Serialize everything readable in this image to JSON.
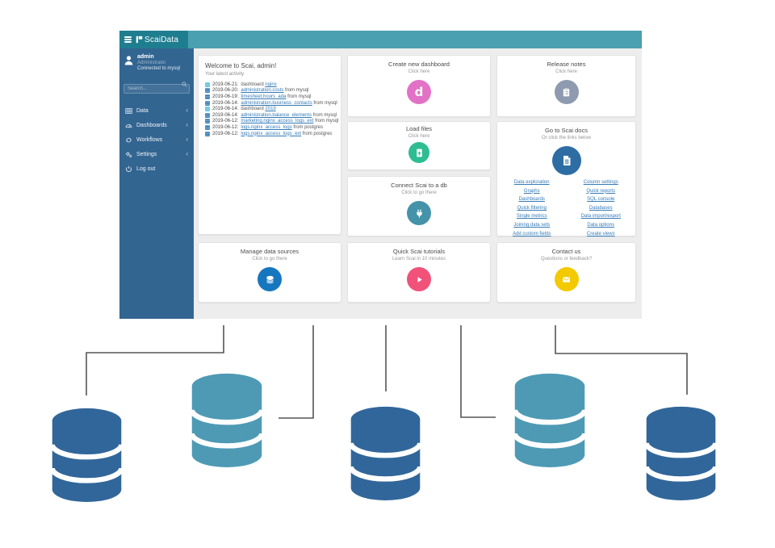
{
  "app": {
    "logo": {
      "text": "ScaiData"
    },
    "sidebar": {
      "user": {
        "name": "admin",
        "role": "Administrator",
        "connection": "Connected to mysql"
      },
      "search_placeholder": "Search...",
      "collapse_glyph": "‹",
      "items": [
        {
          "label": "Data",
          "icon": "table-icon"
        },
        {
          "label": "Dashboards",
          "icon": "dashboard-icon"
        },
        {
          "label": "Workflows",
          "icon": "workflow-icon"
        },
        {
          "label": "Settings",
          "icon": "gears-icon"
        },
        {
          "label": "Log out",
          "icon": "power-icon"
        }
      ]
    },
    "cards": {
      "welcome": {
        "title": "Welcome to Scai, admin!",
        "subtitle": "Your latest activity",
        "activity": [
          {
            "icon": "dashboard-icon",
            "date": "2019-06-21:",
            "prefix": "dashboard ",
            "link": "nginx",
            "suffix": ""
          },
          {
            "icon": "table-icon",
            "date": "2019-06-20:",
            "prefix": "",
            "link": "administration.costs",
            "suffix": " from mysql"
          },
          {
            "icon": "table-icon",
            "date": "2019-06-19:",
            "prefix": "",
            "link": "timesheet.hours_ada",
            "suffix": " from mysql"
          },
          {
            "icon": "table-icon",
            "date": "2019-06-14:",
            "prefix": "",
            "link": "administration.business_contacts",
            "suffix": " from mysql"
          },
          {
            "icon": "dashboard-icon",
            "date": "2019-06-14:",
            "prefix": "dashboard ",
            "link": "2019",
            "suffix": ""
          },
          {
            "icon": "table-icon",
            "date": "2019-06-14:",
            "prefix": "",
            "link": "administration.balance_elements",
            "suffix": " from mysql"
          },
          {
            "icon": "table-icon",
            "date": "2019-06-12:",
            "prefix": "",
            "link": "marketing.nginx_access_logs_ext",
            "suffix": " from mysql"
          },
          {
            "icon": "table-icon",
            "date": "2019-06-12:",
            "prefix": "",
            "link": "logs.nginx_access_logs",
            "suffix": " from postgres"
          },
          {
            "icon": "table-icon",
            "date": "2019-06-12:",
            "prefix": "",
            "link": "logs.nginx_access_logs_ext",
            "suffix": " from postgres"
          }
        ]
      },
      "create_dashboard": {
        "title": "Create new dashboard",
        "subtitle": "Click here",
        "icon": "dashboard-d-icon"
      },
      "load_files": {
        "title": "Load files",
        "subtitle": "Click here",
        "icon": "file-upload-icon"
      },
      "connect_db": {
        "title": "Connect Scai to a db",
        "subtitle": "Click to go there",
        "icon": "plug-icon"
      },
      "release_notes": {
        "title": "Release notes",
        "subtitle": "Click here",
        "icon": "clipboard-icon"
      },
      "docs": {
        "title": "Go to Scai docs",
        "subtitle": "Or click the links below",
        "icon": "document-icon",
        "links_left": [
          "Data exploration",
          "Graphs",
          "Dashboards",
          "Quick filtering",
          "Single metrics",
          "Joining data sets",
          "Add custom fields"
        ],
        "links_right": [
          "Column settings",
          "Quick reports",
          "SQL console",
          "Databases",
          "Data import/export",
          "Data options",
          "Create views"
        ]
      },
      "manage_sources": {
        "title": "Manage data sources",
        "subtitle": "Click to go there",
        "icon": "database-icon"
      },
      "tutorials": {
        "title": "Quick Scai tutorials",
        "subtitle": "Learn Scai in 10 minutes",
        "icon": "play-icon"
      },
      "contact": {
        "title": "Contact us",
        "subtitle": "Questions or feedback?",
        "icon": "envelope-icon"
      }
    }
  },
  "colors": {
    "header_teal": "#4A9FB0",
    "header_dark": "#1E7E8F",
    "sidebar_blue": "#336591",
    "content_bg": "#EDEDED",
    "link_blue": "#337AB7",
    "circle_create": "#E272C5",
    "circle_load": "#2EBD93",
    "circle_connect": "#4493A9",
    "circle_release": "#8E9AB0",
    "circle_docs": "#2E6DA4",
    "circle_sources": "#1777BE",
    "circle_tutorials": "#F0527A",
    "circle_contact": "#F3C900"
  },
  "diagram": {
    "cylinder_colors": [
      "#31669A",
      "#4E9AB5",
      "#31669A",
      "#4E9AB5",
      "#31669A"
    ],
    "connector_color": "#555555"
  }
}
